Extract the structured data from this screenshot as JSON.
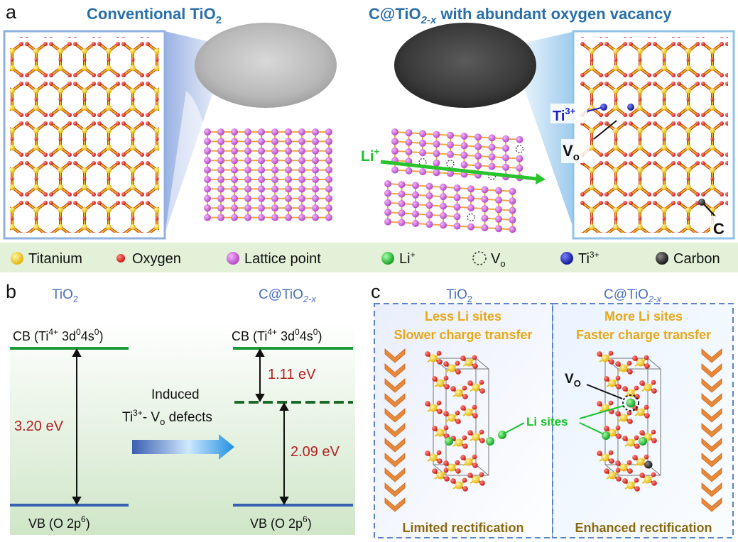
{
  "panel_a": {
    "letter": "a",
    "title_left": "Conventional TiO",
    "title_left_sub": "2",
    "title_right_pre": "C@TiO",
    "title_right_sub": "2-x",
    "title_right_post": " with abundant oxygen vacancy",
    "li_label": "Li",
    "li_sup": "+",
    "ti3_label": "Ti",
    "ti3_sup": "3+",
    "vo_label": "V",
    "vo_sub": "o",
    "c_label": "C"
  },
  "legend": [
    {
      "label": "Titanium",
      "color": "#f2cf1d",
      "marker": "filled"
    },
    {
      "label": "Oxygen",
      "color": "#e0201b",
      "marker": "filled"
    },
    {
      "label": "Lattice point",
      "color": "#cf4fdc",
      "marker": "filled"
    },
    {
      "label": "Li",
      "sup": "+",
      "color": "#19c22a",
      "marker": "filled"
    },
    {
      "label": "V",
      "sub": "o",
      "color": "#333333",
      "marker": "dashed"
    },
    {
      "label": "Ti",
      "sup": "3+",
      "color": "#1b22c9",
      "marker": "filled"
    },
    {
      "label": "Carbon",
      "color": "#222222",
      "marker": "filled"
    }
  ],
  "panel_b": {
    "letter": "b",
    "left_title": "TiO",
    "left_title_sub": "2",
    "right_title": "C@TiO",
    "right_title_sub": "2-x",
    "cb_left": "CB  (Ti",
    "cb_sup1": "4+",
    "cb_mid": " 3d",
    "cb_sup2": "0",
    "cb_mid2": "4s",
    "cb_sup3": "0",
    "cb_end": ")",
    "gap_left": "3.20 eV",
    "gap_right_top": "1.11 eV",
    "gap_right_bottom": "2.09 eV",
    "induced_line1": "Induced",
    "induced_ti": "Ti",
    "induced_ti_sup": "3+",
    "induced_mid": "- V",
    "induced_vo_sub": "o",
    "induced_end": " defects",
    "vb_left": "VB (O 2p",
    "vb_sup": "6",
    "vb_end": ")"
  },
  "panel_c": {
    "letter": "c",
    "left_title": "TiO",
    "left_title_sub": "2",
    "right_title": "C@TiO",
    "right_title_sub": "2-x",
    "left_line1": "Less Li sites",
    "left_line2": "Slower charge transfer",
    "right_line1": "More Li sites",
    "right_line2": "Faster charge transfer",
    "left_bottom": "Limited rectification",
    "right_bottom": "Enhanced rectification",
    "vo_label": "V",
    "vo_sub": "O",
    "li_sites": "Li sites"
  },
  "colors": {
    "title_blue": "#2a6fa8",
    "accent_blue": "#4a6fbf",
    "gold": "#e6a817",
    "olive": "#8a6a10",
    "green_band": "#1f9a3a",
    "blue_band": "#3660b0",
    "energy_red": "#b02020",
    "li_green": "#19c22a"
  }
}
